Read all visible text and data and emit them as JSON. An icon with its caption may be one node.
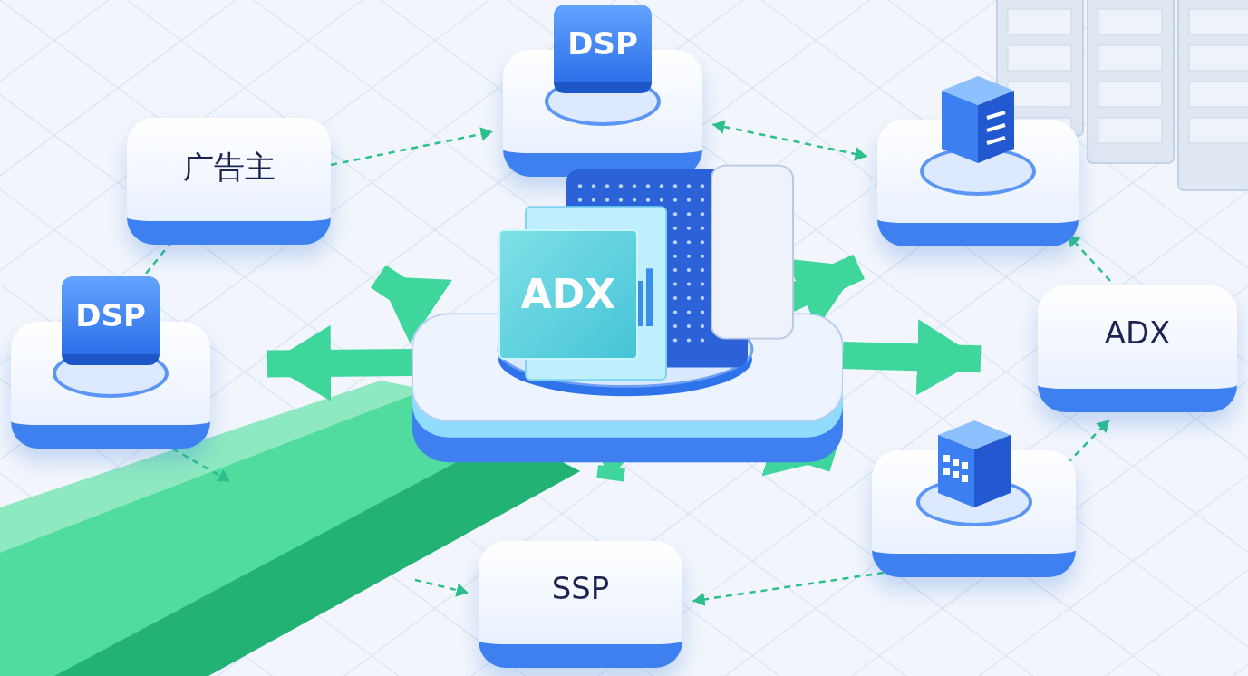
{
  "diagram": {
    "nodes": [
      {
        "text": [
          "广告主"
        ]
      },
      {
        "text": [
          "DSP"
        ]
      },
      {
        "text": [],
        "shape": "box"
      },
      {
        "text": [
          "ADX"
        ]
      },
      {
        "text": [],
        "shape": "box"
      },
      {
        "text": [
          "SSP"
        ]
      },
      {
        "text": [
          "DSP"
        ]
      },
      {
        "text": [
          "ADX"
        ]
      }
    ],
    "edges": [
      {
        "from": 0,
        "to": 1,
        "arrow": "to",
        "style": "dashed"
      },
      {
        "from": 1,
        "to": 2,
        "arrow": "both",
        "style": "dashed"
      },
      {
        "from": 3,
        "to": 2,
        "arrow": "to",
        "style": "dashed"
      },
      {
        "from": 4,
        "to": 3,
        "arrow": "to",
        "style": "dashed"
      },
      {
        "from": 4,
        "to": 5,
        "arrow": "to",
        "style": "dashed"
      },
      {
        "from": 0,
        "to": 6,
        "arrow": "none",
        "style": "dashed"
      },
      {
        "from": 6,
        "to": null,
        "arrow": "to",
        "style": "dashed"
      },
      {
        "from": null,
        "to": 5,
        "arrow": "to",
        "style": "dashed"
      },
      {
        "from": 7,
        "to": 0,
        "arrow": "to",
        "style": "thick"
      },
      {
        "from": 7,
        "to": 6,
        "arrow": "to",
        "style": "thick"
      },
      {
        "from": 7,
        "to": 2,
        "arrow": "to",
        "style": "thick"
      },
      {
        "from": 7,
        "to": 3,
        "arrow": "to",
        "style": "thick"
      },
      {
        "from": 7,
        "to": 4,
        "arrow": "to",
        "style": "thick"
      },
      {
        "from": 7,
        "to": 5,
        "arrow": "to",
        "style": "thick"
      }
    ]
  }
}
